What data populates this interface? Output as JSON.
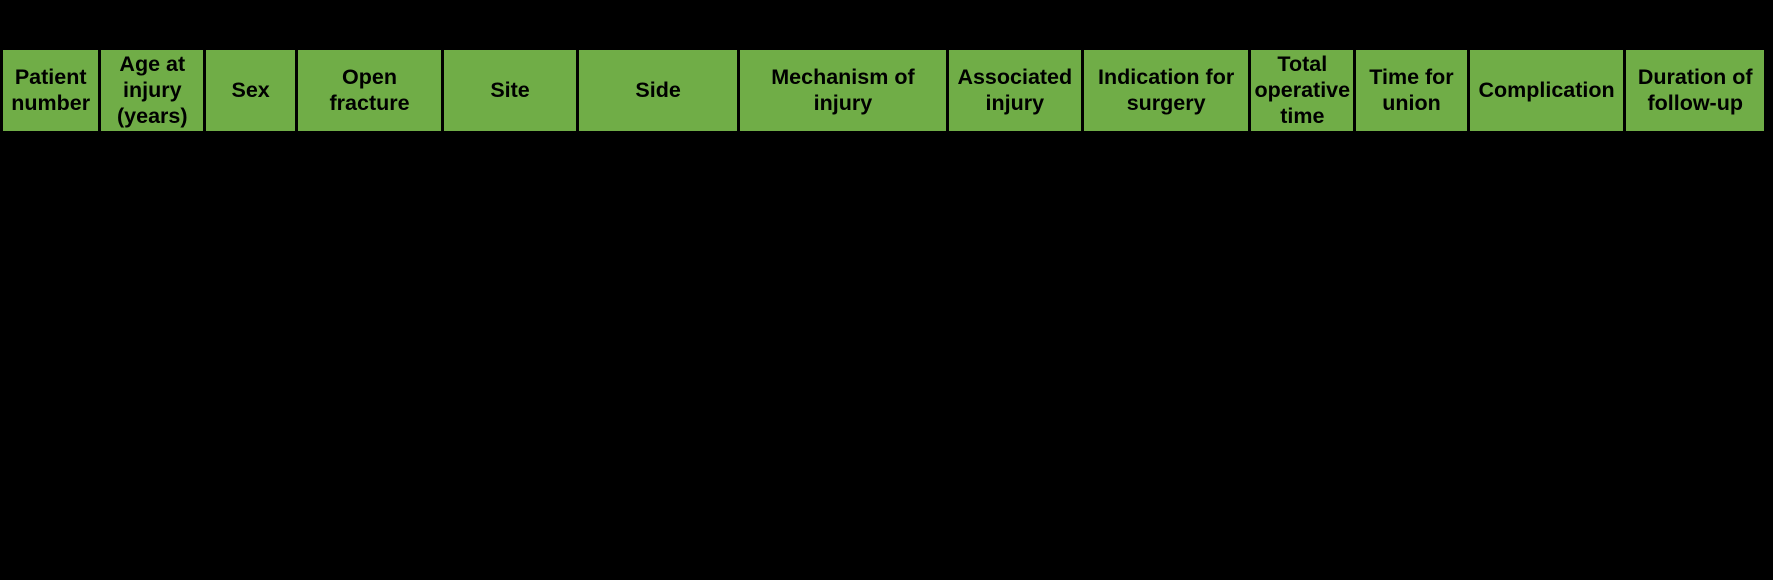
{
  "document": {
    "type": "table",
    "background_color": "#000000",
    "header_fill_color": "#70AD47",
    "header_text_color": "#000000",
    "border_color": "#000000"
  },
  "table": {
    "columns": [
      {
        "id": "patient-number",
        "label": "Patient number"
      },
      {
        "id": "age-at-injury",
        "label": "Age at injury (years)"
      },
      {
        "id": "sex",
        "label": "Sex"
      },
      {
        "id": "open-fracture",
        "label": "Open fracture"
      },
      {
        "id": "site",
        "label": "Site"
      },
      {
        "id": "side",
        "label": "Side"
      },
      {
        "id": "mechanism-of-injury",
        "label": "Mechanism of injury"
      },
      {
        "id": "associated-injury",
        "label": "Associated injury"
      },
      {
        "id": "indication-for-surgery",
        "label": "Indication for surgery"
      },
      {
        "id": "total-operative-time",
        "label": "Total operative time"
      },
      {
        "id": "time-for-union",
        "label": "Time for union"
      },
      {
        "id": "complication",
        "label": "Complication"
      },
      {
        "id": "duration-of-follow-up",
        "label": "Duration of follow-up"
      }
    ],
    "rows": []
  }
}
